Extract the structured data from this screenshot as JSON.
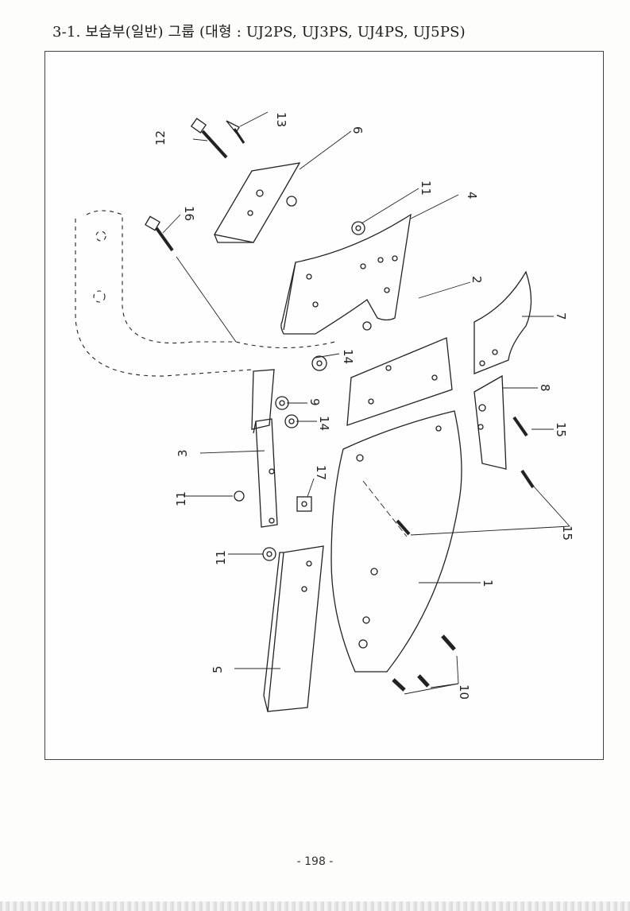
{
  "document": {
    "title": "3-1. 보습부(일반) 그룹 (대형 : UJ2PS, UJ3PS, UJ4PS, UJ5PS)",
    "page_number": "- 198 -"
  },
  "diagram": {
    "part_labels": {
      "p1": "1",
      "p2": "2",
      "p3": "3",
      "p4": "4",
      "p5": "5",
      "p6": "6",
      "p7": "7",
      "p8": "8",
      "p9": "9",
      "p10": "10",
      "p11a": "11",
      "p11b": "11",
      "p11c": "11",
      "p12": "12",
      "p13": "13",
      "p14a": "14",
      "p14b": "14",
      "p15a": "15",
      "p15b": "15",
      "p16": "16",
      "p17": "17"
    }
  }
}
